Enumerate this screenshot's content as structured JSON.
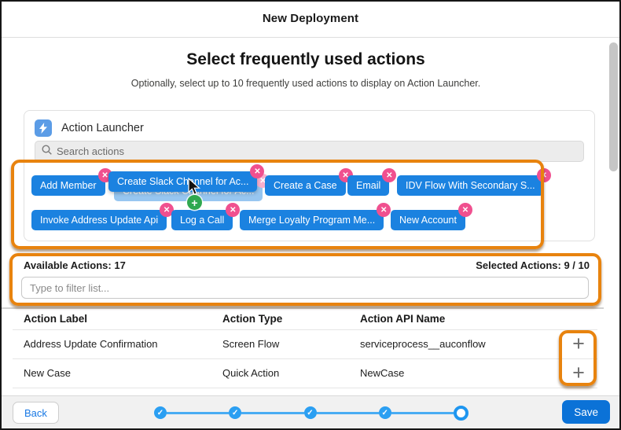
{
  "title": "New Deployment",
  "icons": {
    "check": "✓",
    "remove": "✕",
    "add": "+"
  },
  "colors": {
    "chip_blue": "#1b82e0",
    "remove_pink": "#f0508f",
    "add_green": "#2fa84f",
    "annotation_orange": "#e8830e",
    "stepper_blue": "#2b9ff2",
    "primary_blue": "#0b72d7"
  },
  "content": {
    "heading": "Select frequently used actions",
    "subheading": "Optionally, select up to 10 frequently used actions to display on Action Launcher.",
    "launcher": {
      "title": "Action Launcher",
      "search_placeholder": "Search actions",
      "chips": [
        {
          "label": "Add Member"
        },
        {
          "label": "Create Slack Channel for Ac..."
        },
        {
          "label": "Create a Case"
        },
        {
          "label": "Email"
        },
        {
          "label": "IDV Flow With Secondary S..."
        },
        {
          "label": "Invoke Address Update Api"
        },
        {
          "label": "Log a Call"
        },
        {
          "label": "Merge Loyalty Program Me..."
        },
        {
          "label": "New Account"
        }
      ]
    },
    "available_label": "Available Actions: 17",
    "selected_label": "Selected Actions: 9 / 10",
    "filter_placeholder": "Type to filter list...",
    "table": {
      "columns": [
        "Action Label",
        "Action Type",
        "Action API Name"
      ],
      "rows": [
        {
          "label": "Address Update Confirmation",
          "type": "Screen Flow",
          "api": "serviceprocess__auconflow"
        },
        {
          "label": "New Case",
          "type": "Quick Action",
          "api": "NewCase"
        }
      ]
    }
  },
  "footer": {
    "back": "Back",
    "save": "Save"
  }
}
